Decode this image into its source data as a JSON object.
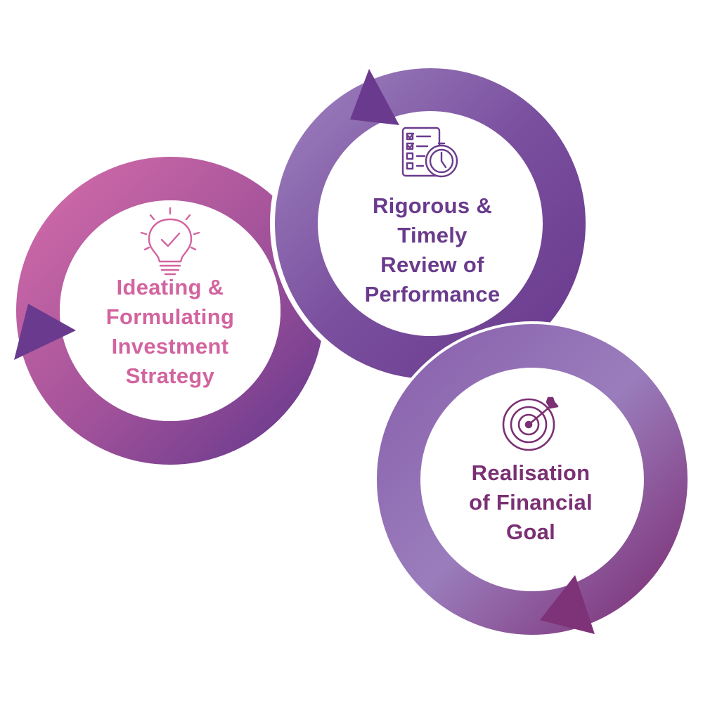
{
  "colors": {
    "pink": "#d06aa8",
    "pink_dark": "#b5508d",
    "purple": "#6a3a8e",
    "lavender": "#9a7dbc",
    "plum": "#7e3278",
    "text_pink": "#d2649f",
    "text_purple": "#6a3b8c",
    "text_plum": "#7a3073"
  },
  "steps": [
    {
      "id": "ideating",
      "icon": "lightbulb-check-icon",
      "lines": [
        "Ideating &",
        "Formulating",
        "Investment",
        "Strategy"
      ]
    },
    {
      "id": "review",
      "icon": "checklist-clock-icon",
      "lines": [
        "Rigorous &",
        "Timely",
        "Review of",
        "Performance"
      ]
    },
    {
      "id": "goal",
      "icon": "target-arrow-icon",
      "lines": [
        "Realisation",
        "of Financial",
        "Goal"
      ]
    }
  ]
}
